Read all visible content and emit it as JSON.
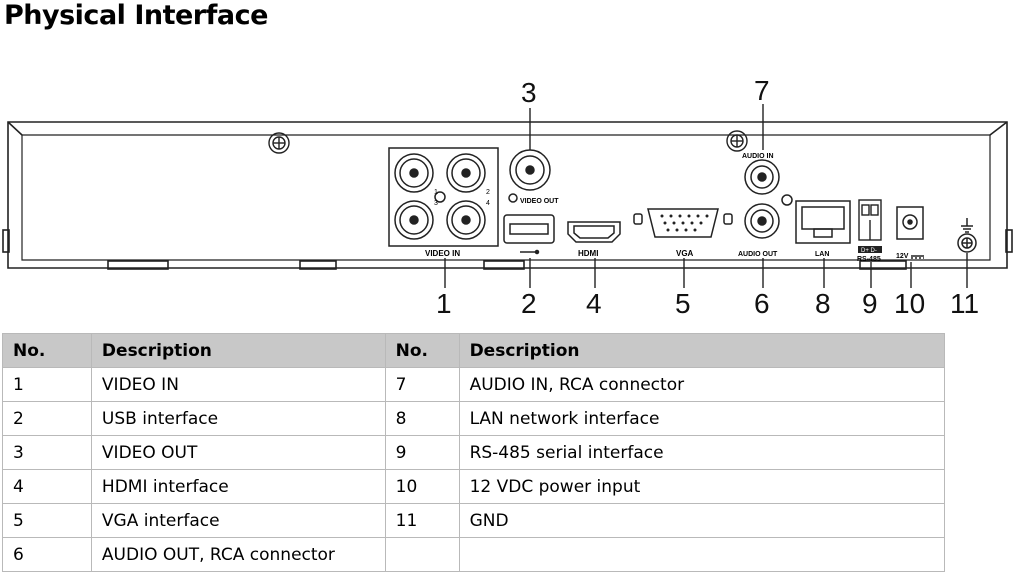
{
  "heading": "Physical Interface",
  "diagram": {
    "callouts": [
      "1",
      "2",
      "3",
      "4",
      "5",
      "6",
      "7",
      "8",
      "9",
      "10",
      "11"
    ],
    "labels": {
      "video_in": "VIDEO IN",
      "video_out": "VIDEO OUT",
      "hdmi": "HDMI",
      "vga": "VGA",
      "audio_in": "AUDIO IN",
      "audio_out": "AUDIO OUT",
      "lan": "LAN",
      "rs485": "RS-485",
      "rs485_pins": "D+ D-",
      "power": "12V",
      "ch1": "1",
      "ch2": "2",
      "ch3": "3",
      "ch4": "4"
    }
  },
  "table": {
    "headers": [
      "No.",
      "Description",
      "No.",
      "Description"
    ],
    "rows": [
      [
        "1",
        "VIDEO IN",
        "7",
        "AUDIO IN, RCA connector"
      ],
      [
        "2",
        "USB interface",
        "8",
        "LAN network interface"
      ],
      [
        "3",
        "VIDEO OUT",
        "9",
        "RS-485 serial interface"
      ],
      [
        "4",
        "HDMI interface",
        "10",
        "12 VDC power input"
      ],
      [
        "5",
        "VGA interface",
        "11",
        "GND"
      ],
      [
        "6",
        "AUDIO OUT, RCA connector",
        "",
        ""
      ]
    ]
  }
}
